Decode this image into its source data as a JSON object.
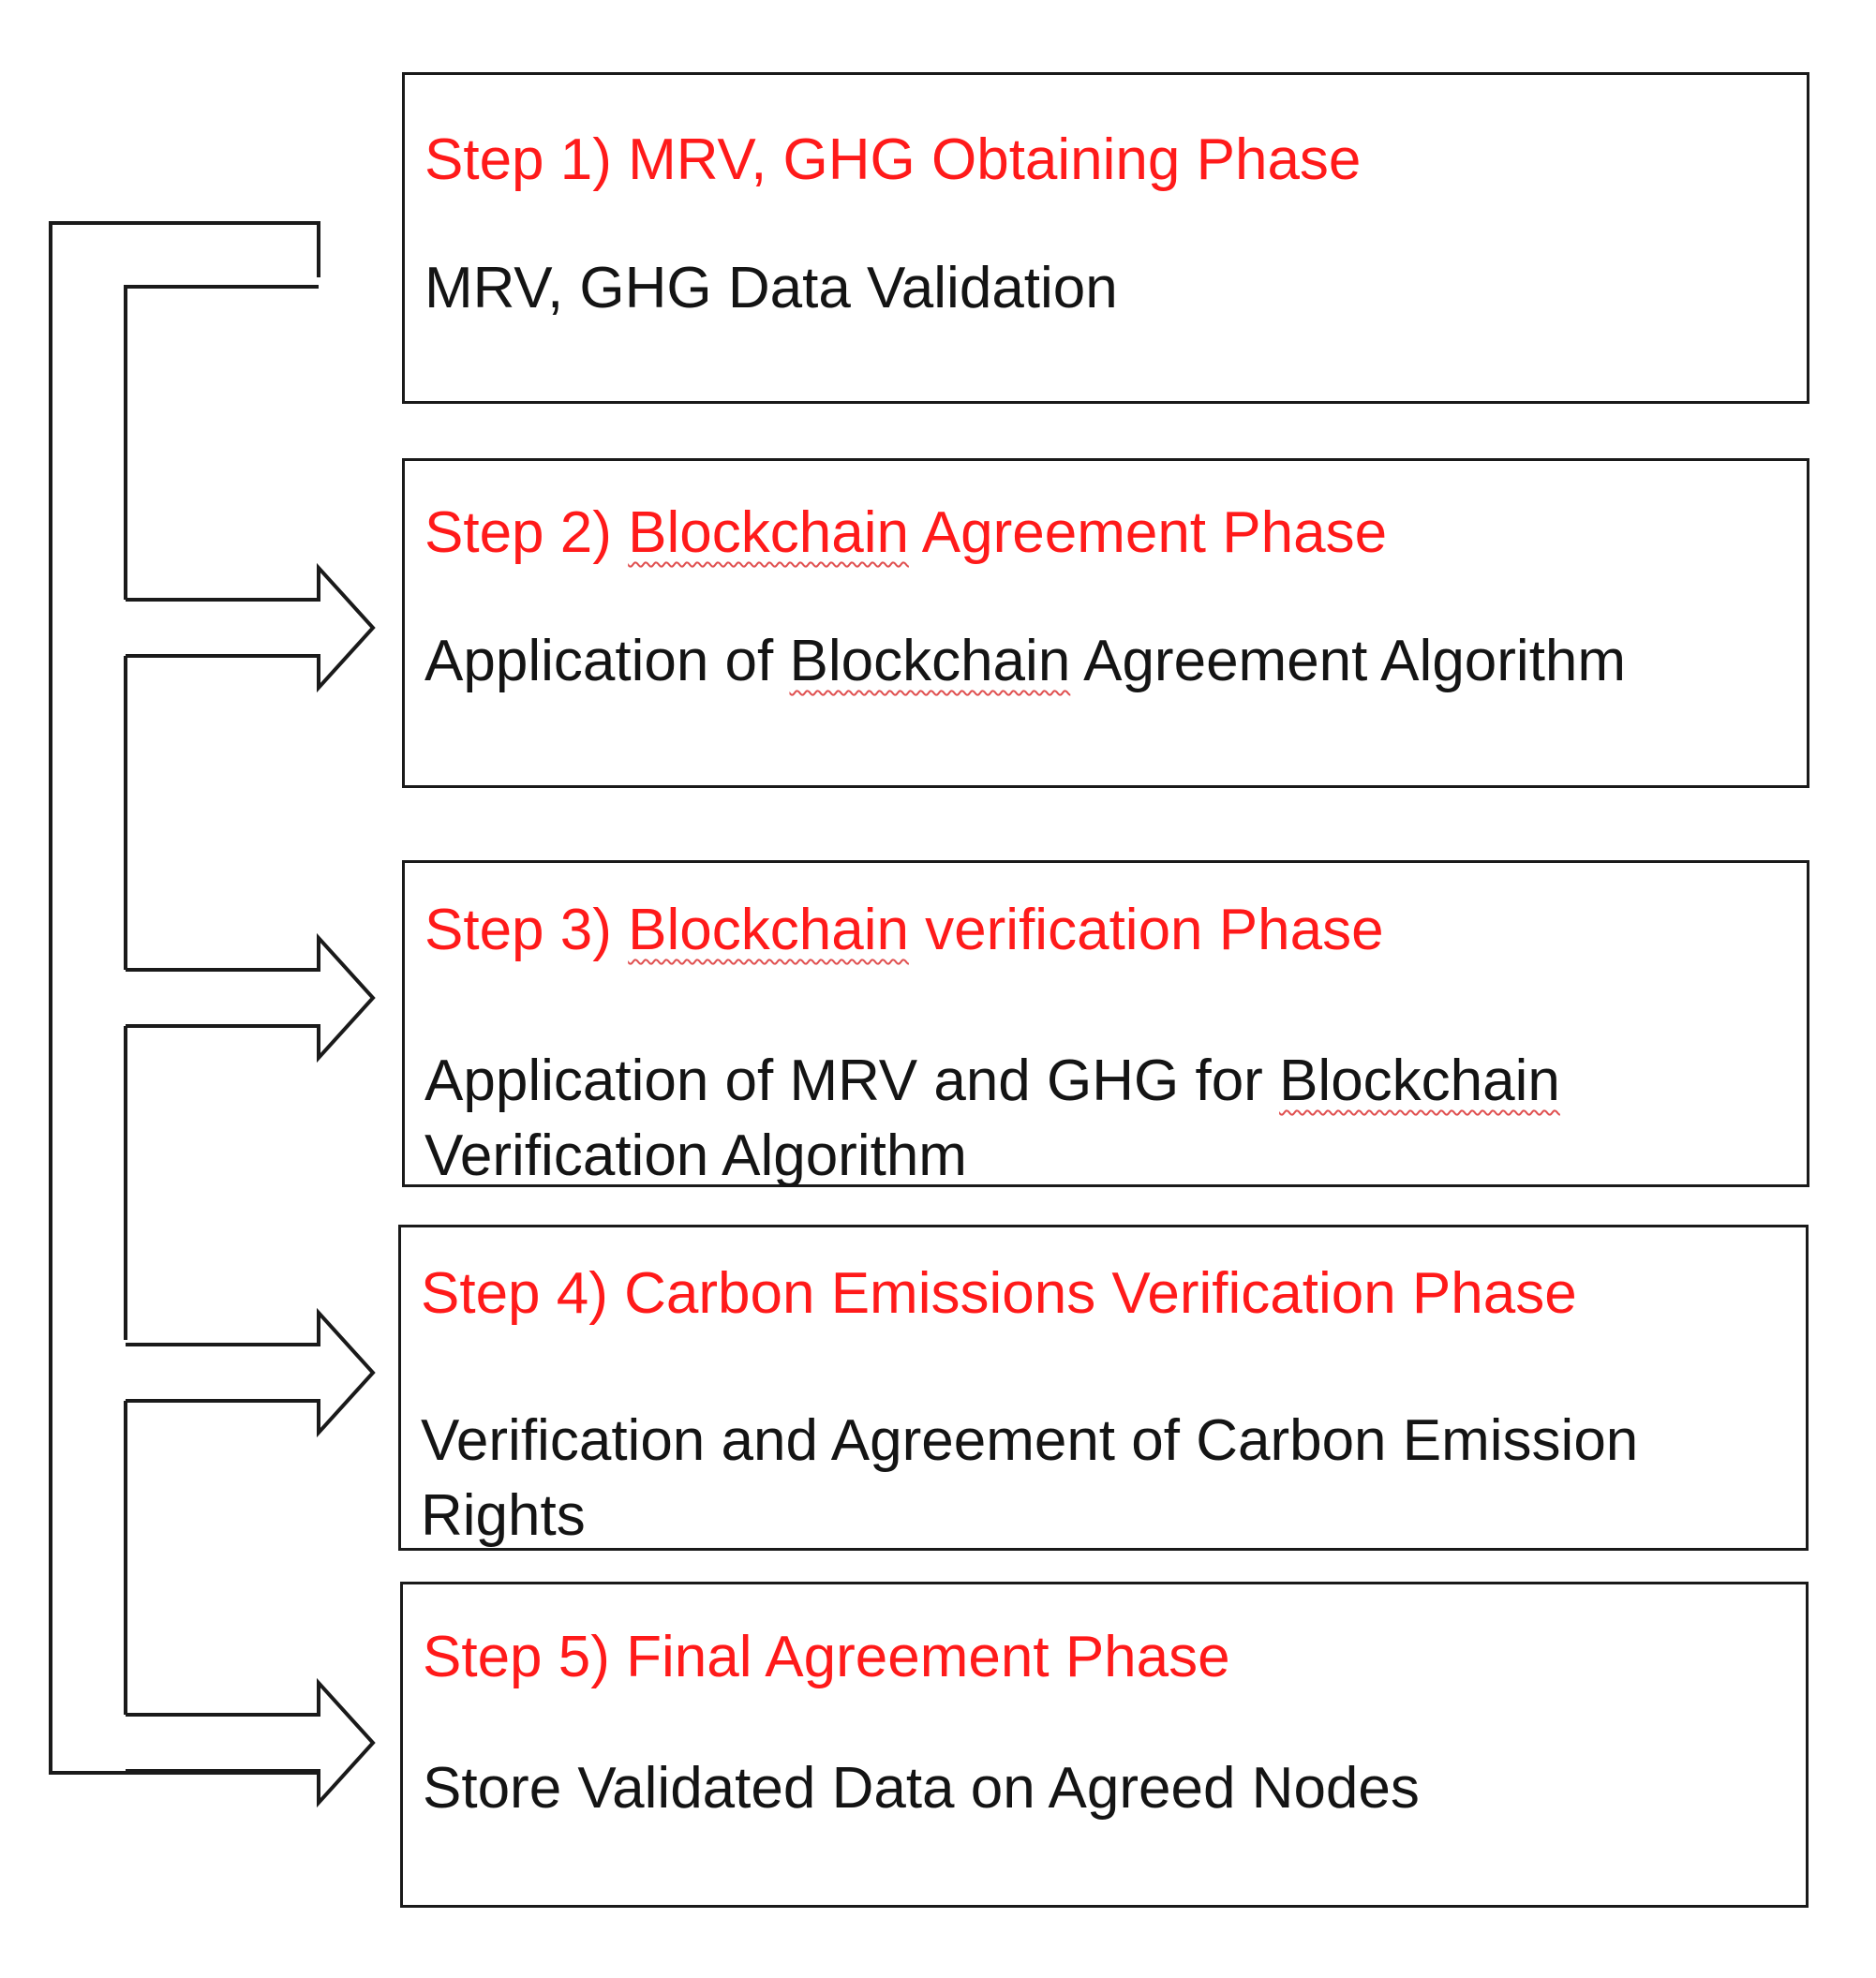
{
  "colors": {
    "title": "#ff1a1a",
    "text": "#141414",
    "border": "#1a1a1a",
    "connector": "#1a1a1a"
  },
  "steps": [
    {
      "title": "Step 1) MRV, GHG Obtaining Phase",
      "description": [
        "MRV, GHG Data Validation"
      ]
    },
    {
      "title_prefix": "Step 2) ",
      "title_flagged": "Blockchain",
      "title_suffix": " Agreement Phase",
      "desc_prefix": "Application of ",
      "desc_flagged": "Blockchain",
      "desc_suffix": " Agreement Algorithm"
    },
    {
      "title_prefix": "Step 3) ",
      "title_flagged": "Blockchain",
      "title_suffix": " verification Phase",
      "desc_line1_prefix": "Application of MRV and GHG for ",
      "desc_line1_flagged": "Blockchain",
      "desc_line2": "Verification Algorithm"
    },
    {
      "title": "Step 4)  Carbon Emissions Verification Phase",
      "description": [
        "Verification and Agreement of Carbon Emission",
        "Rights"
      ]
    },
    {
      "title": "Step 5) Final Agreement Phase",
      "description": [
        "Store Validated Data on Agreed Nodes"
      ]
    }
  ],
  "connectors": {
    "outer_loop": "outer-feedback-line",
    "arrows": [
      "arrow-to-step-2",
      "arrow-to-step-3",
      "arrow-to-step-4",
      "arrow-to-step-5"
    ]
  }
}
